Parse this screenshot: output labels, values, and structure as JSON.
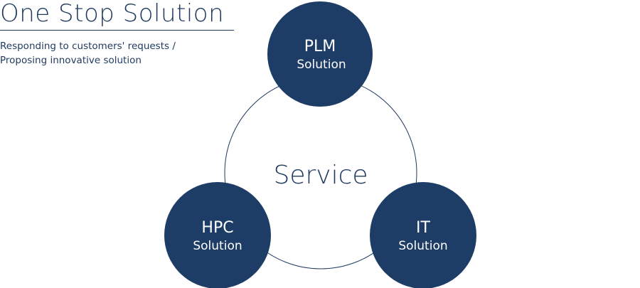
{
  "header": {
    "title": "One Stop Solution",
    "subtitle_lines": [
      "Responding to customers' requests /",
      "Proposing innovative solution"
    ]
  },
  "diagram": {
    "center_label": "Service",
    "nodes": [
      {
        "id": "plm",
        "title": "PLM",
        "subtitle": "Solution"
      },
      {
        "id": "hpc",
        "title": "HPC",
        "subtitle": "Solution"
      },
      {
        "id": "it",
        "title": "IT",
        "subtitle": "Solution"
      }
    ]
  },
  "colors": {
    "navy": "#1d3c66",
    "text": "#1f3a5f",
    "background": "#ffffff"
  }
}
